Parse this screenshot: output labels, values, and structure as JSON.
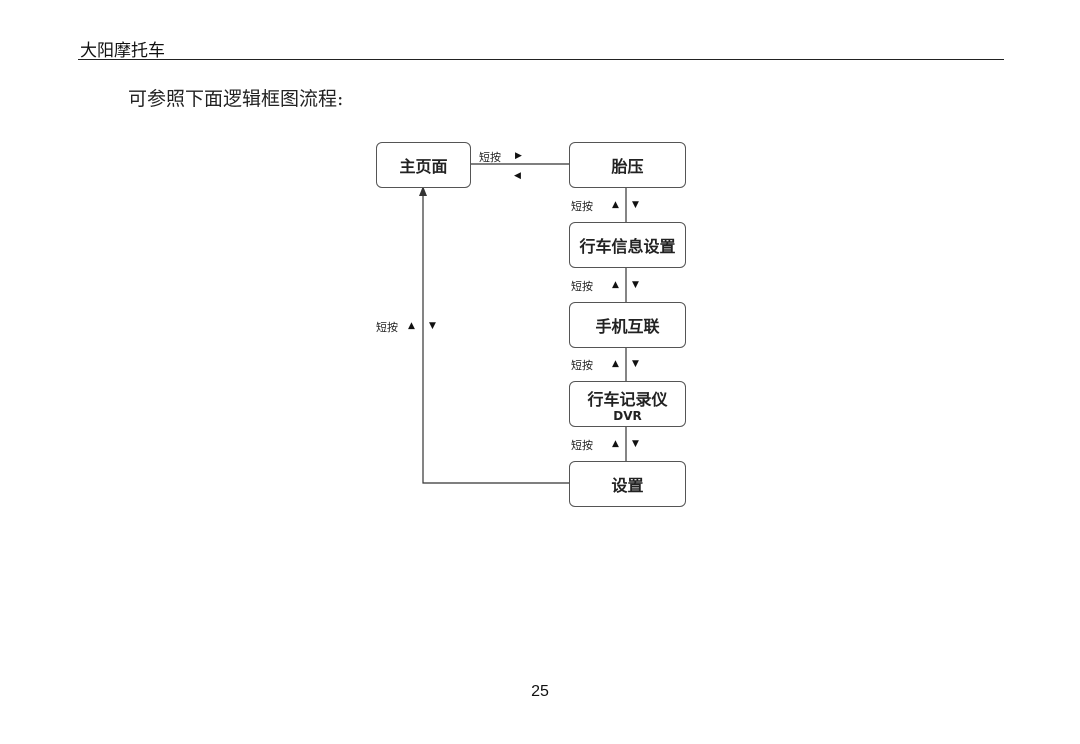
{
  "header": {
    "title": "大阳摩托车"
  },
  "intro_text": "可参照下面逻辑框图流程:",
  "flowchart": {
    "nodes": {
      "home": "主页面",
      "tire_pressure": "胎压",
      "ride_info_settings": "行车信息设置",
      "phone_link": "手机互联",
      "dashcam": "行车记录仪",
      "dashcam_sub": "DVR",
      "settings": "设置"
    },
    "labels": {
      "short_press": "短按"
    },
    "icons": {
      "right": "▶",
      "left": "◀",
      "up": "▲",
      "down": "▼"
    }
  },
  "page_number": "25"
}
